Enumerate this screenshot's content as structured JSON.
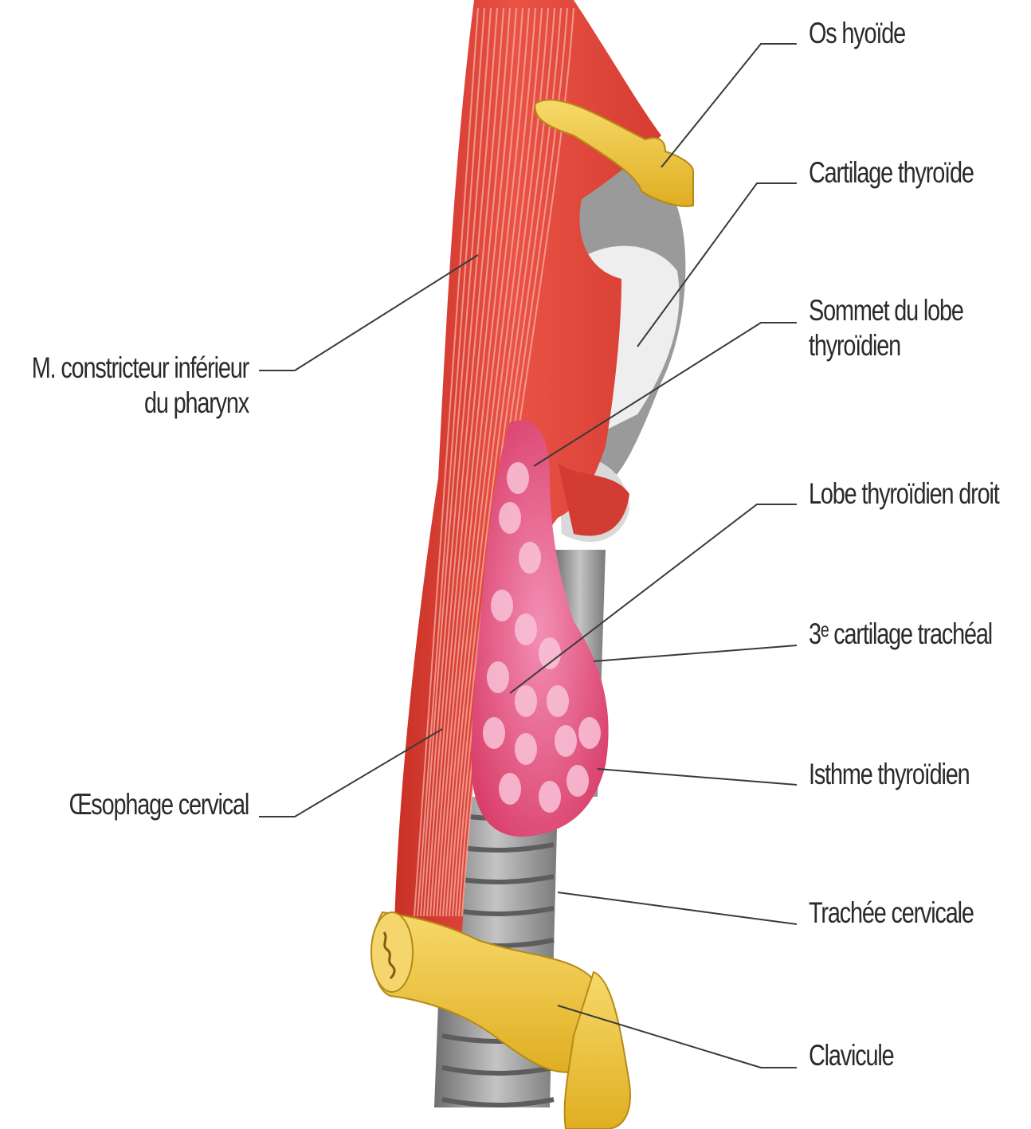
{
  "labels": {
    "os_hyoide": "Os hyoïde",
    "cartilage_thyroide": "Cartilage thyroïde",
    "sommet_lobe_line1": "Sommet du lobe",
    "sommet_lobe_line2": "thyroïdien",
    "lobe_droit": "Lobe thyroïdien droit",
    "cartilage_tracheal": "3ᵉ cartilage trachéal",
    "isthme": "Isthme thyroïdien",
    "trachee": "Trachée cervicale",
    "clavicule": "Clavicule",
    "constricteur_line1": "M. constricteur inférieur",
    "constricteur_line2": "du pharynx",
    "oesophage": "Œsophage cervical"
  },
  "colors": {
    "muscle": "#e2463f",
    "muscle_dark": "#b8271f",
    "muscle_light": "#f39a8a",
    "thyroid": "#e8507a",
    "thyroid_light": "#f6a6c4",
    "cartilage": "#8f8f8f",
    "cartilage_light": "#d7d7d7",
    "bone": "#f0c83c",
    "bone_dark": "#c99818",
    "leader_line": "#3a3a3a"
  }
}
